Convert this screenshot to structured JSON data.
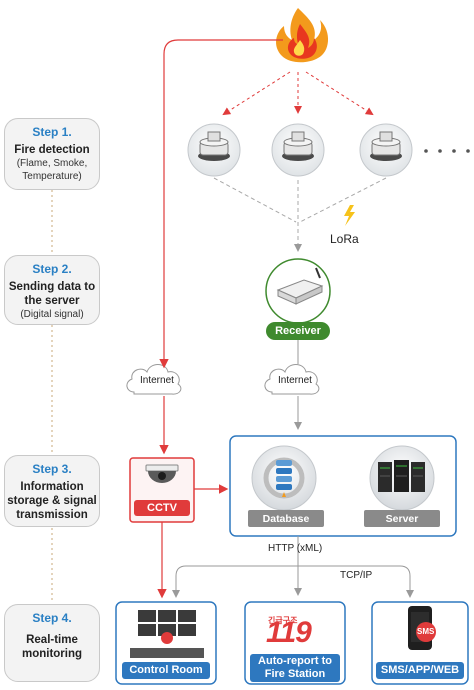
{
  "steps": [
    {
      "title": "Step 1.",
      "main": "Fire detection",
      "sub": "(Flame, Smoke, Temperature)"
    },
    {
      "title": "Step 2.",
      "main": "Sending data to the server",
      "sub": "(Digital signal)"
    },
    {
      "title": "Step 3.",
      "main": "Information storage & signal transmission",
      "sub": ""
    },
    {
      "title": "Step 4.",
      "main": "Real-time monitoring",
      "sub": ""
    }
  ],
  "labels": {
    "lora": "LoRa",
    "receiver": "Receiver",
    "internet_left": "Internet",
    "internet_right": "Internet",
    "cctv": "CCTV",
    "database": "Database",
    "server": "Server",
    "http": "HTTP (xML)",
    "tcpip": "TCP/IP",
    "control_room": "Control Room",
    "auto_report": "Auto-report to Fire Station",
    "sms": "SMS/APP/WEB",
    "fire_logo_small": "긴급구조",
    "fire_logo_big": "119",
    "phone_text": "SMS"
  },
  "colors": {
    "step_blue": "#2a80c4",
    "red": "#e03b3b",
    "green": "#3f8a2e",
    "blue": "#2e78bf"
  }
}
